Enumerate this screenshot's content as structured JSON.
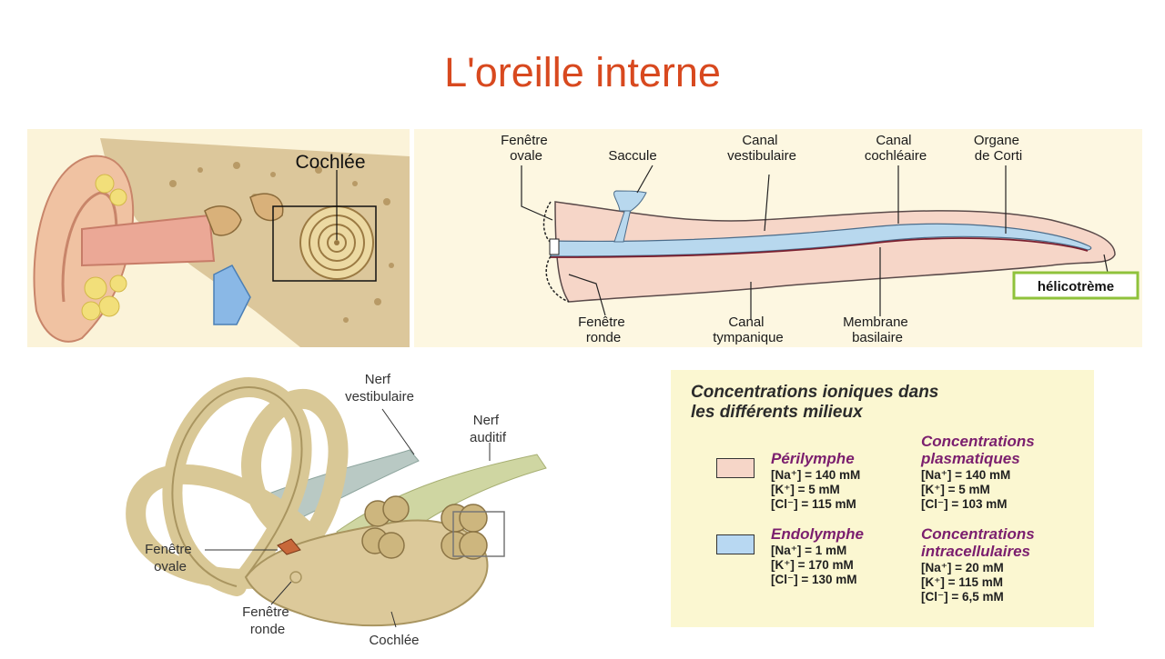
{
  "title": "L'oreille interne",
  "ear": {
    "cochlea_label": "Cochlée"
  },
  "cochlea_diagram": {
    "fenetre_ovale": [
      "Fenêtre",
      "ovale"
    ],
    "saccule": "Saccule",
    "canal_vestibulaire": [
      "Canal",
      "vestibulaire"
    ],
    "canal_cochleaire": [
      "Canal",
      "cochléaire"
    ],
    "organe_corti": [
      "Organe",
      "de Corti"
    ],
    "helicotreme": "hélicotrème",
    "fenetre_ronde": [
      "Fenêtre",
      "ronde"
    ],
    "canal_tympanique": [
      "Canal",
      "tympanique"
    ],
    "membrane_basilaire": [
      "Membrane",
      "basilaire"
    ],
    "colors": {
      "perilymph": "#f6d6c8",
      "endolymph": "#b8d8ee",
      "helicotreme_box": "#8fc23b"
    }
  },
  "labyrinth": {
    "nerf_vestibulaire": [
      "Nerf",
      "vestibulaire"
    ],
    "nerf_auditif": [
      "Nerf",
      "auditif"
    ],
    "fenetre_ovale": [
      "Fenêtre",
      "ovale"
    ],
    "fenetre_ronde": [
      "Fenêtre",
      "ronde"
    ],
    "cochlee": "Cochlée"
  },
  "ions": {
    "heading": [
      "Concentrations ioniques dans",
      "les différents milieux"
    ],
    "perilymphe": {
      "name": "Périlymphe",
      "color": "#f6d6c8",
      "values": [
        "[Na⁺] = 140 mM",
        "[K⁺] = 5 mM",
        "[Cl⁻] = 115 mM"
      ]
    },
    "endolymphe": {
      "name": "Endolymphe",
      "color": "#b8d8f2",
      "values": [
        "[Na⁺] = 1 mM",
        "[K⁺] = 170 mM",
        "[Cl⁻] = 130 mM"
      ]
    },
    "plasmatiques": {
      "name": [
        "Concentrations",
        "plasmatiques"
      ],
      "values": [
        "[Na⁺] = 140 mM",
        "[K⁺] = 5 mM",
        "[Cl⁻] = 103 mM"
      ]
    },
    "intracellulaires": {
      "name": [
        "Concentrations",
        "intracellulaires"
      ],
      "values": [
        "[Na⁺] = 20 mM",
        "[K⁺] = 115 mM",
        "[Cl⁻] = 6,5 mM"
      ]
    }
  },
  "colors": {
    "title": "#d8491f",
    "fluid_title": "#7b1f6e",
    "arrow": "#6a1b5f"
  }
}
